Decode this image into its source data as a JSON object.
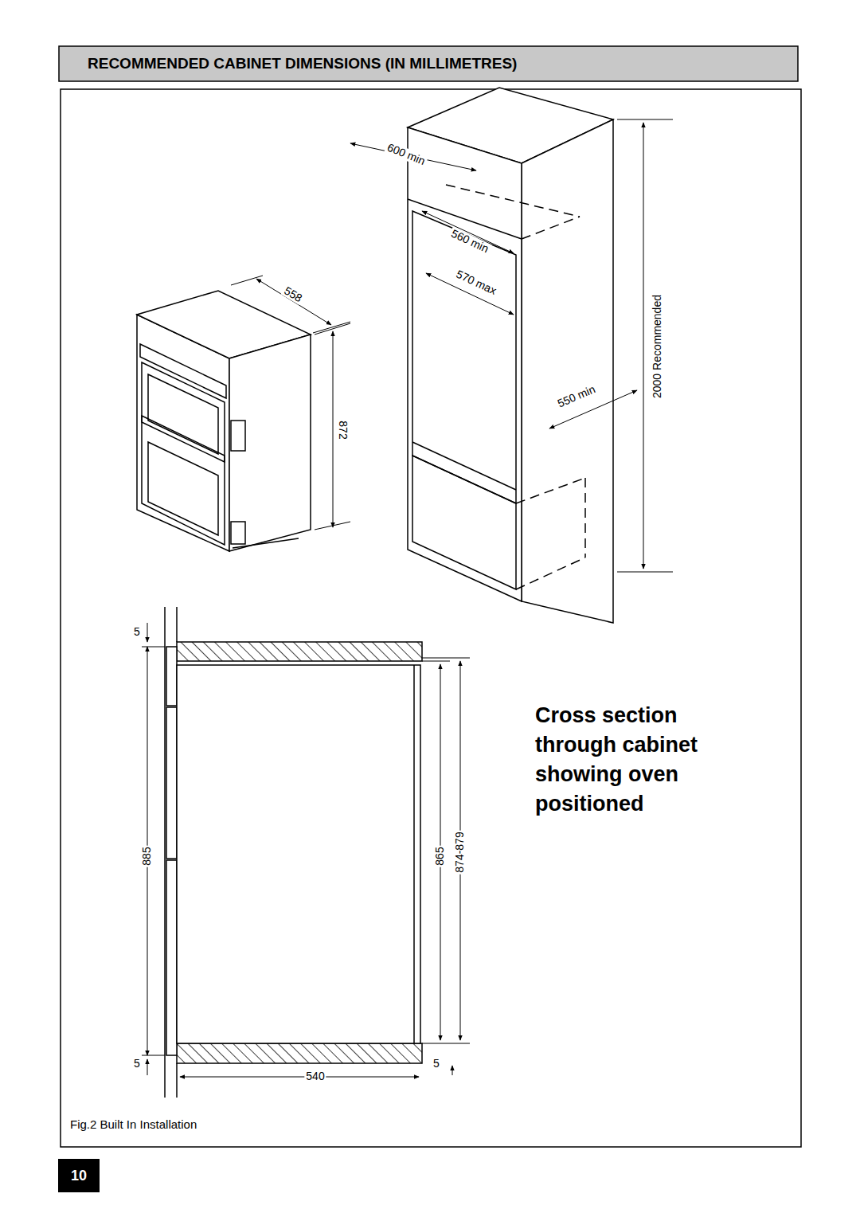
{
  "diagram": {
    "title": "RECOMMENDED CABINET DIMENSIONS (IN MILLIMETRES)",
    "caption": "Fig.2 Built In Installation",
    "nodes": [
      {
        "text": [
          "10"
        ]
      }
    ],
    "labels": [
      "600 min",
      "560 min",
      "570 max",
      "558",
      "872",
      "550 min",
      "2000 Recommended",
      "5",
      "885",
      "865",
      "874-879",
      "5",
      "540",
      "5",
      "Cross section through cabinet showing oven positioned"
    ]
  }
}
